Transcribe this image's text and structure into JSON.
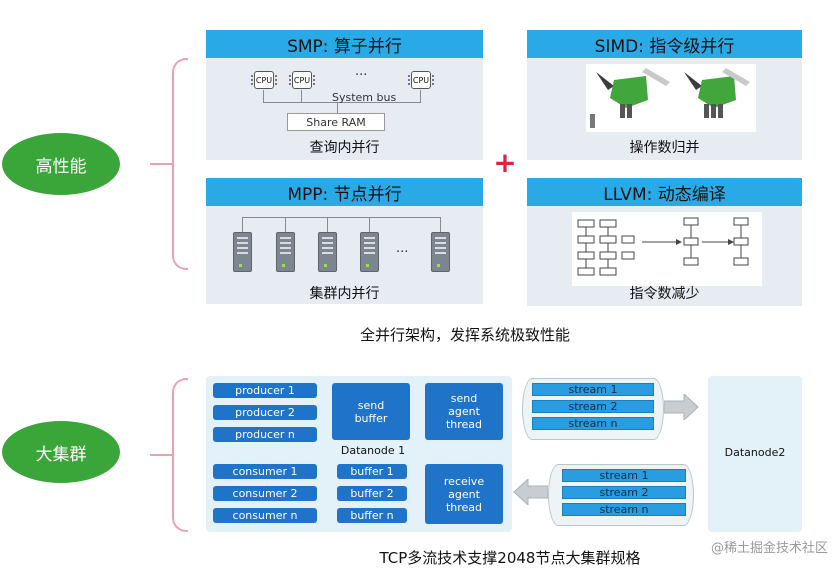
{
  "top": {
    "oval_label": "高性能",
    "smp": {
      "title": "SMP: 算子并行",
      "cpu_label": "CPU",
      "ellipsis": "···",
      "bus_label": "System bus",
      "ram_label": "Share RAM",
      "caption": "查询内并行"
    },
    "mpp": {
      "title": "MPP: 节点并行",
      "ellipsis": "···",
      "caption": "集群内并行"
    },
    "plus": "+",
    "simd": {
      "title": "SIMD: 指令级并行",
      "caption": "操作数归并"
    },
    "llvm": {
      "title": "LLVM: 动态编译",
      "caption": "指令数减少"
    },
    "summary": "全并行架构，发挥系统极致性能"
  },
  "bottom": {
    "oval_label": "大集群",
    "producers": [
      "producer 1",
      "producer 2",
      "producer n"
    ],
    "consumers": [
      "consumer 1",
      "consumer 2",
      "consumer n"
    ],
    "buffers": [
      "buffer 1",
      "buffer 2",
      "buffer n"
    ],
    "send_buffer": "send buffer",
    "send_agent": "send agent thread",
    "receive_agent": "receive agent thread",
    "datanode1": "Datanode 1",
    "datanode2": "Datanode2",
    "streams_top": [
      "stream 1",
      "stream 2",
      "stream n"
    ],
    "streams_bottom": [
      "stream 1",
      "stream 2",
      "stream n"
    ],
    "summary": "TCP多流技术支撑2048节点大集群规格"
  },
  "watermark": "@稀土掘金技术社区",
  "colors": {
    "accent_blue": "#29a9e6",
    "green": "#3aa63a",
    "dark_blue": "#1f73c8",
    "plus_red": "#d9263c"
  }
}
